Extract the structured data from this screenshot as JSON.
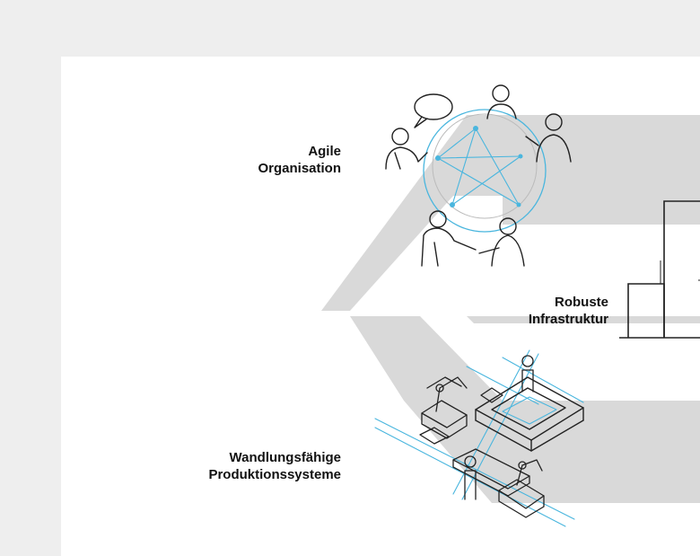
{
  "colors": {
    "background": "#eeeeee",
    "panel": "#ffffff",
    "chevron": "#d9d9d9",
    "line": "#222222",
    "accent": "#4ab6de"
  },
  "icons": [
    "speech-bubble-icon",
    "person-icon",
    "building-icon",
    "robot-arm-icon",
    "conveyor-icon"
  ],
  "labels": {
    "agile": {
      "line1": "Agile",
      "line2": "Organisation"
    },
    "infrastructure": {
      "line1": "Robuste",
      "line2": "Infrastruktur"
    },
    "production": {
      "line1": "Wandlungsfähige",
      "line2": "Produktionssysteme"
    }
  }
}
